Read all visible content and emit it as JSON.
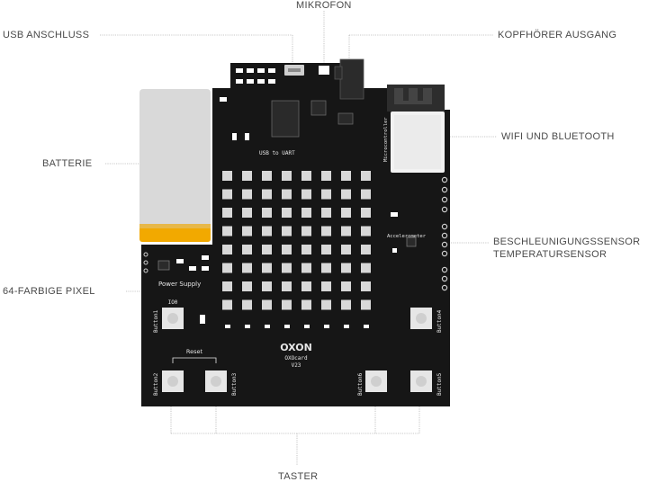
{
  "callouts": {
    "mikrofon": "MIKROFON",
    "usb": "USB ANSCHLUSS",
    "kopfhoerer": "KOPFHÖRER AUSGANG",
    "batterie": "BATTERIE",
    "wifi": "WIFI UND BLUETOOTH",
    "beschleunigung": "BESCHLEUNIGUNGSSENSOR",
    "temperatur": "TEMPERATURSENSOR",
    "pixel": "64-FARBIGE PIXEL",
    "taster": "TASTER"
  },
  "board": {
    "brand": "OXON",
    "model": "OXOcard",
    "version": "V23",
    "usb_label": "USB to UART",
    "power_label": "Power Supply",
    "mcu_label": "Microcontroller",
    "accel_label": "Accelerometer",
    "reset_label": "Reset",
    "io0_label": "IO0",
    "buttons": [
      "Button1",
      "Button2",
      "Button3",
      "Button4",
      "Button5",
      "Button6"
    ]
  },
  "colors": {
    "pcb": "#161616",
    "battery_body": "#d9d9d9",
    "battery_accent": "#f2a900",
    "led": "#d8d8d8",
    "leader_line": "#b5b5b5"
  }
}
